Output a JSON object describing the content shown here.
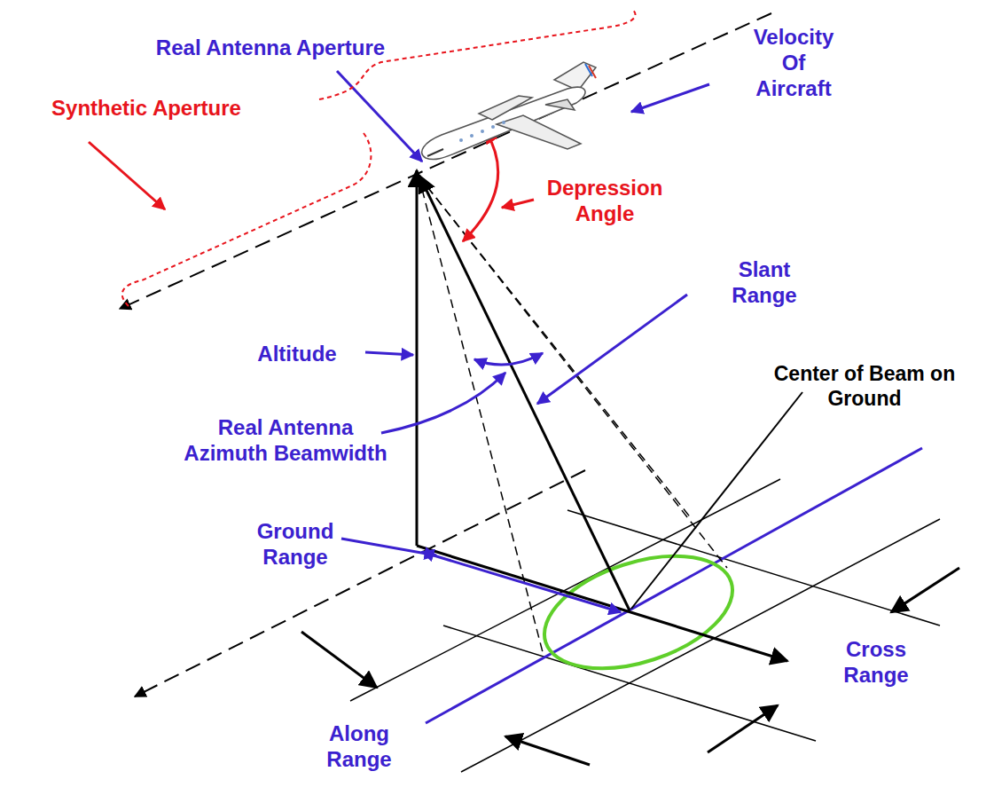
{
  "diagram": {
    "labels": [
      "Real Antenna Aperture",
      "Velocity Of Aircraft",
      "Synthetic Aperture",
      "Depression Angle",
      "Slant Range",
      "Altitude",
      "Real Antenna Azimuth Beamwidth",
      "Center of Beam on Ground",
      "Ground Range",
      "Cross Range",
      "Along Range"
    ]
  }
}
